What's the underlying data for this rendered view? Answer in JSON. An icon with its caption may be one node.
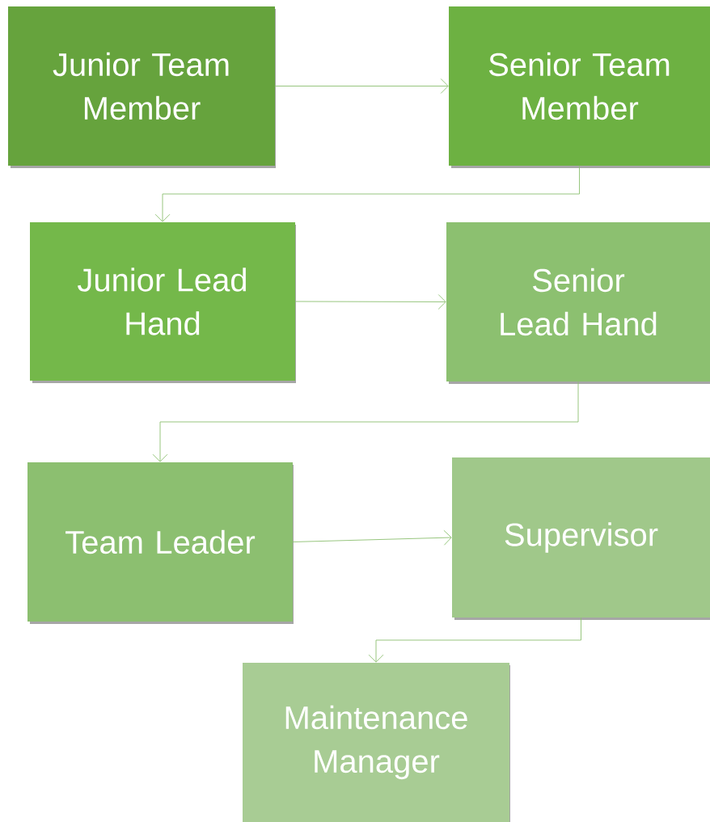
{
  "diagram": {
    "nodes": [
      {
        "text": [
          "Junior Team Member"
        ]
      },
      {
        "text": [
          "Senior Team Member"
        ]
      },
      {
        "text": [
          "Junior Lead Hand"
        ]
      },
      {
        "text": [
          "Senior Lead Hand"
        ]
      },
      {
        "text": [
          "Team Leader"
        ]
      },
      {
        "text": [
          "Supervisor"
        ]
      },
      {
        "text": [
          "Maintenance Manager"
        ]
      }
    ],
    "edges": [
      {
        "from": 0,
        "to": 1,
        "arrow": "to"
      },
      {
        "from": 1,
        "to": 2,
        "arrow": "to"
      },
      {
        "from": 2,
        "to": 3,
        "arrow": "to"
      },
      {
        "from": 3,
        "to": 4,
        "arrow": "to"
      },
      {
        "from": 4,
        "to": 5,
        "arrow": "to"
      },
      {
        "from": 5,
        "to": 6,
        "arrow": "to"
      }
    ]
  }
}
